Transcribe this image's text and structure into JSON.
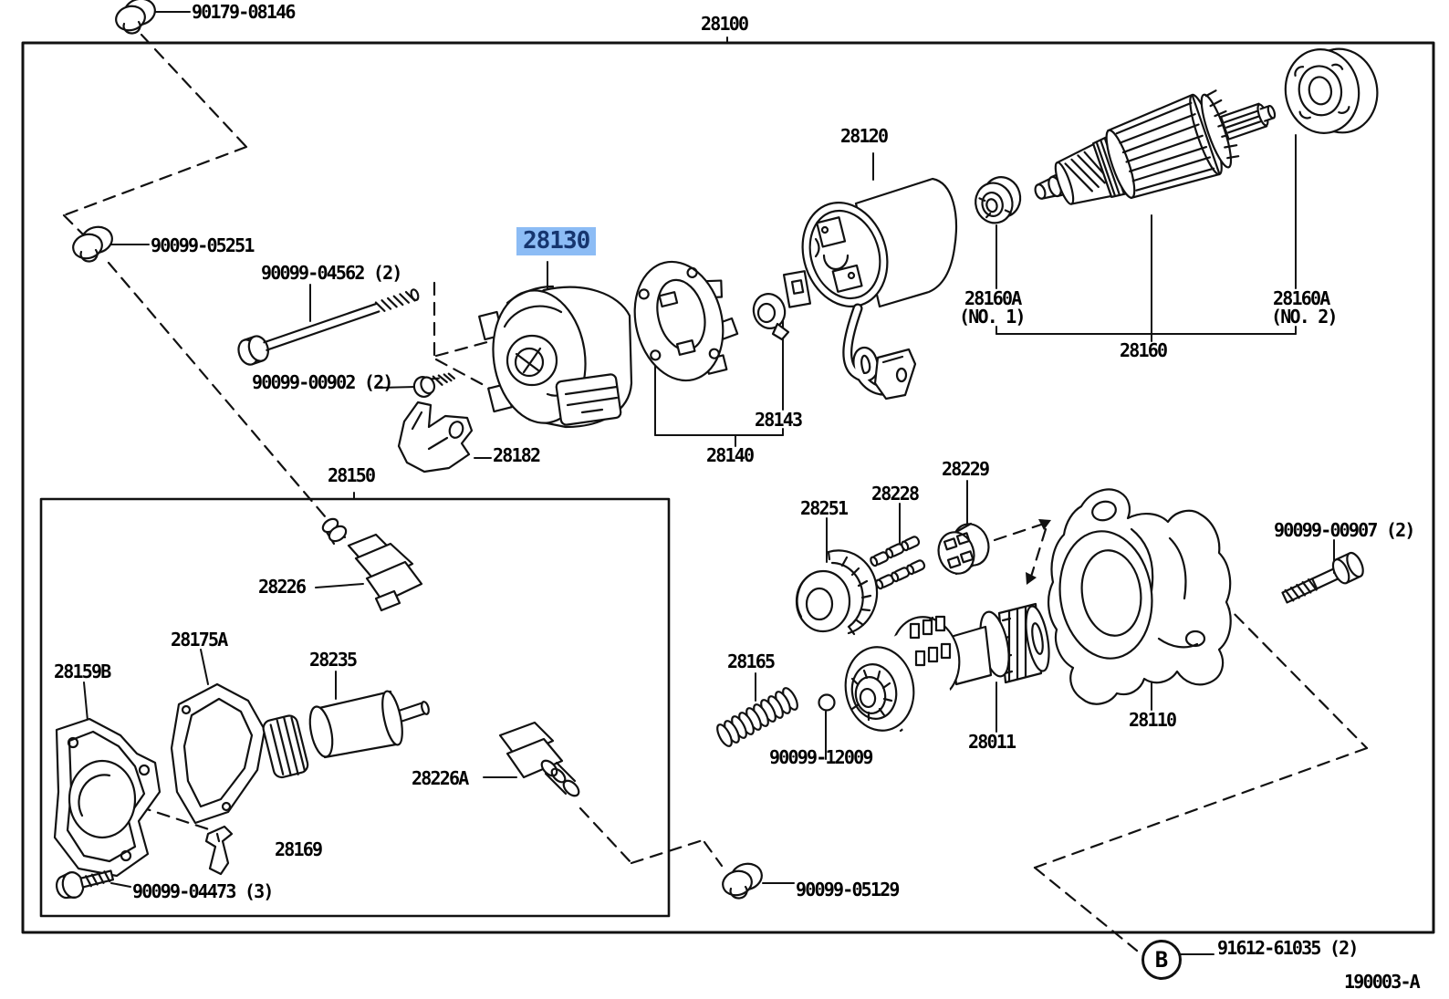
{
  "page": {
    "background": "#ffffff",
    "line_color": "#111111",
    "figure_code": "190003-A"
  },
  "highlight": {
    "part_number": "28130",
    "background": "#8cbcf5",
    "text_color": "#16356e"
  },
  "view_marker": {
    "text": "B",
    "linked_part": "91612-61035 (2)"
  },
  "labels": [
    {
      "id": "90179-08146",
      "text": "90179-08146"
    },
    {
      "id": "28100",
      "text": "28100"
    },
    {
      "id": "90099-05251",
      "text": "90099-05251"
    },
    {
      "id": "90099-04562",
      "text": "90099-04562 (2)"
    },
    {
      "id": "28130",
      "text": "28130"
    },
    {
      "id": "28120",
      "text": "28120"
    },
    {
      "id": "90099-00902",
      "text": "90099-00902 (2)"
    },
    {
      "id": "28182",
      "text": "28182"
    },
    {
      "id": "28143",
      "text": "28143"
    },
    {
      "id": "28140",
      "text": "28140"
    },
    {
      "id": "28160A-1",
      "text": "28160A"
    },
    {
      "id": "28160A-1-sub",
      "text": "(NO. 1)"
    },
    {
      "id": "28160A-2",
      "text": "28160A"
    },
    {
      "id": "28160A-2-sub",
      "text": "(NO. 2)"
    },
    {
      "id": "28160",
      "text": "28160"
    },
    {
      "id": "28150",
      "text": "28150"
    },
    {
      "id": "28229",
      "text": "28229"
    },
    {
      "id": "28228",
      "text": "28228"
    },
    {
      "id": "28251",
      "text": "28251"
    },
    {
      "id": "28226",
      "text": "28226"
    },
    {
      "id": "28175A",
      "text": "28175A"
    },
    {
      "id": "28159B",
      "text": "28159B"
    },
    {
      "id": "28235",
      "text": "28235"
    },
    {
      "id": "28165",
      "text": "28165"
    },
    {
      "id": "28226A",
      "text": "28226A"
    },
    {
      "id": "28169",
      "text": "28169"
    },
    {
      "id": "90099-04473",
      "text": "90099-04473 (3)"
    },
    {
      "id": "90099-12009",
      "text": "90099-12009"
    },
    {
      "id": "28011",
      "text": "28011"
    },
    {
      "id": "28110",
      "text": "28110"
    },
    {
      "id": "90099-00907",
      "text": "90099-00907 (2)"
    },
    {
      "id": "90099-05129",
      "text": "90099-05129"
    },
    {
      "id": "91612-61035",
      "text": "91612-61035 (2)"
    },
    {
      "id": "view-b",
      "text": "B"
    },
    {
      "id": "figure-code",
      "text": "190003-A"
    }
  ]
}
